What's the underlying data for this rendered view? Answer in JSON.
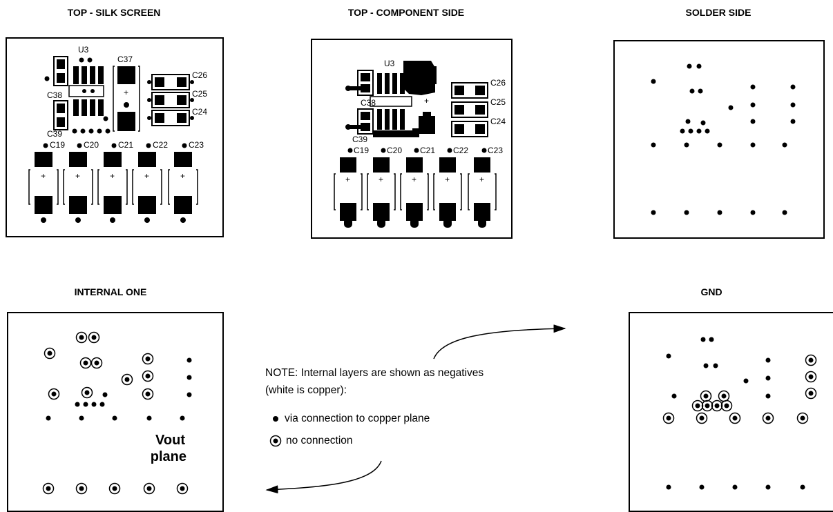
{
  "titles": {
    "silk": "TOP - SILK SCREEN",
    "component": "TOP - COMPONENT SIDE",
    "solder": "SOLDER SIDE",
    "internal": "INTERNAL ONE",
    "gnd": "GND"
  },
  "components": {
    "u3": "U3",
    "c37": "C37",
    "c38": "C38",
    "c39": "C39",
    "c26": "C26",
    "c25": "C25",
    "c24": "C24",
    "c19": "C19",
    "c20": "C20",
    "c21": "C21",
    "c22": "C22",
    "c23": "C23",
    "plus": "+"
  },
  "internal_plane": {
    "line1": "Vout",
    "line2": "plane"
  },
  "note": {
    "line1": "NOTE:  Internal layers are shown as negatives",
    "line2": "(white is copper):",
    "legend_via": "via connection to copper plane",
    "legend_noconn": "no connection"
  }
}
